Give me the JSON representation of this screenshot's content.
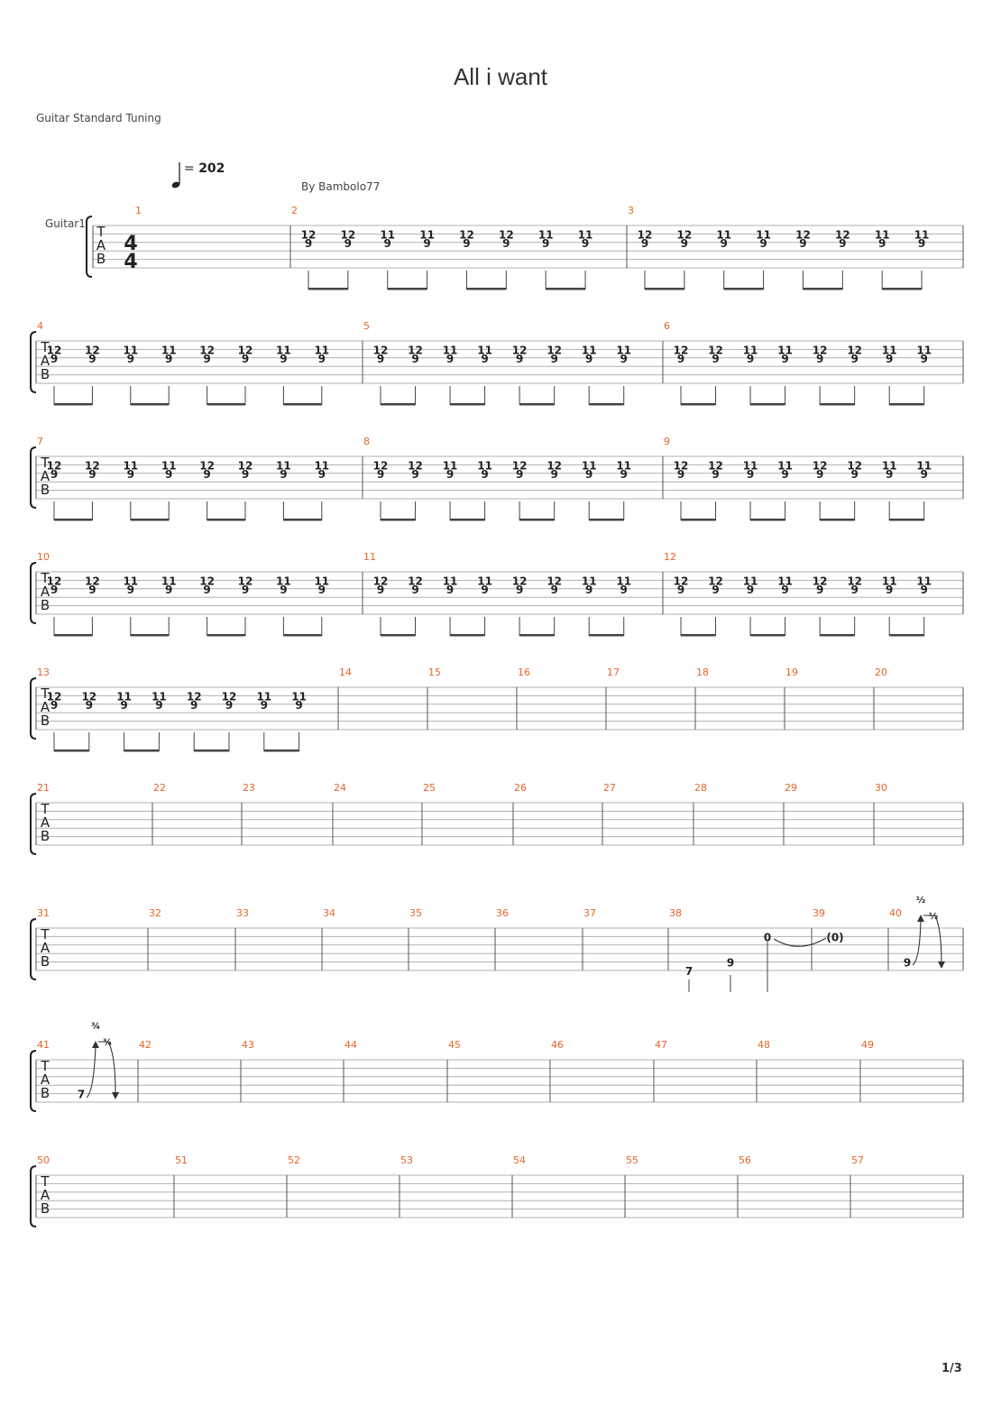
{
  "header": {
    "title": "All i want",
    "tuning": "Guitar Standard Tuning",
    "tempo_value": "202",
    "tempo_equals": "=",
    "author": "By Bambolo77",
    "instrument": "Guitar1",
    "time_signature": {
      "top": "4",
      "bottom": "4"
    },
    "tab_letters": [
      "T",
      "A",
      "B"
    ],
    "page": "1/3"
  },
  "colors": {
    "measure_number": "#e8642a",
    "staff_line": "#b0b0b0",
    "note": "#222222"
  },
  "riff": {
    "chords": [
      [
        "12",
        "9"
      ],
      [
        "12",
        "9"
      ],
      [
        "11",
        "9"
      ],
      [
        "11",
        "9"
      ],
      [
        "12",
        "9"
      ],
      [
        "12",
        "9"
      ],
      [
        "11",
        "9"
      ],
      [
        "11",
        "9"
      ]
    ]
  },
  "systems": [
    {
      "measures": [
        "1",
        "2",
        "3"
      ]
    },
    {
      "measures": [
        "4",
        "5",
        "6"
      ]
    },
    {
      "measures": [
        "7",
        "8",
        "9"
      ]
    },
    {
      "measures": [
        "10",
        "11",
        "12"
      ]
    },
    {
      "measures": [
        "13",
        "14",
        "15",
        "16",
        "17",
        "18",
        "19",
        "20"
      ]
    },
    {
      "measures": [
        "21",
        "22",
        "23",
        "24",
        "25",
        "26",
        "27",
        "28",
        "29",
        "30"
      ]
    },
    {
      "measures": [
        "31",
        "32",
        "33",
        "34",
        "35",
        "36",
        "37",
        "38",
        "39",
        "40"
      ]
    },
    {
      "measures": [
        "41",
        "42",
        "43",
        "44",
        "45",
        "46",
        "47",
        "48",
        "49"
      ]
    },
    {
      "measures": [
        "50",
        "51",
        "52",
        "53",
        "54",
        "55",
        "56",
        "57"
      ]
    }
  ],
  "solo": {
    "m38_notes": [
      "7",
      "9",
      "0"
    ],
    "m39_tied": "(0)",
    "m40_note": "9",
    "m40_bend": "½",
    "m40_release": "½",
    "m41_note": "7",
    "m41_bend": "¾",
    "m41_release": "¾"
  }
}
